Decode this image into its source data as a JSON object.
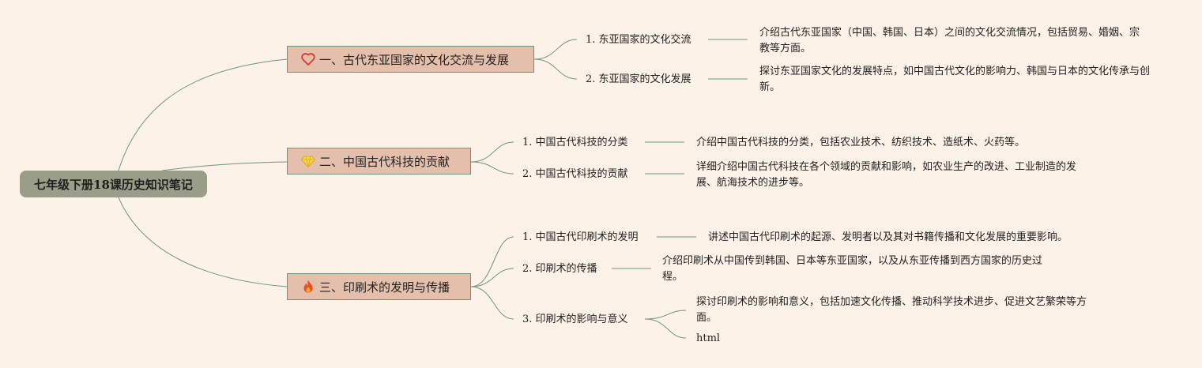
{
  "root": {
    "title": "七年级下册18课历史知识笔记"
  },
  "topics": [
    {
      "label": "一、古代东亚国家的文化交流与发展",
      "icon": "heart-icon",
      "children": [
        {
          "label": "1. 东亚国家的文化交流",
          "notes": [
            "介绍古代东亚国家（中国、韩国、日本）之间的文化交流情况，包括贸易、婚姻、宗教等方面。"
          ]
        },
        {
          "label": "2. 东亚国家的文化发展",
          "notes": [
            "探讨东亚国家文化的发展特点，如中国古代文化的影响力、韩国与日本的文化传承与创新。"
          ]
        }
      ]
    },
    {
      "label": "二、中国古代科技的贡献",
      "icon": "diamond-icon",
      "children": [
        {
          "label": "1. 中国古代科技的分类",
          "notes": [
            "介绍中国古代科技的分类，包括农业技术、纺织技术、造纸术、火药等。"
          ]
        },
        {
          "label": "2. 中国古代科技的贡献",
          "notes": [
            "详细介绍中国古代科技在各个领域的贡献和影响，如农业生产的改进、工业制造的发展、航海技术的进步等。"
          ]
        }
      ]
    },
    {
      "label": "三、印刷术的发明与传播",
      "icon": "fire-icon",
      "children": [
        {
          "label": "1. 中国古代印刷术的发明",
          "notes": [
            "讲述中国古代印刷术的起源、发明者以及其对书籍传播和文化发展的重要影响。"
          ]
        },
        {
          "label": "2. 印刷术的传播",
          "notes": [
            "介绍印刷术从中国传到韩国、日本等东亚国家，以及从东亚传播到西方国家的历史过程。"
          ]
        },
        {
          "label": "3. 印刷术的影响与意义",
          "notes": [
            "探讨印刷术的影响和意义，包括加速文化传播、推动科学技术进步、促进文艺繁荣等方面。",
            "html"
          ]
        }
      ]
    }
  ],
  "colors": {
    "background": "#fdf2e7",
    "root_fill": "#9a9e89",
    "topic_fill": "#e4bfab",
    "topic_border": "#6d9483",
    "line": "#6d9483"
  }
}
